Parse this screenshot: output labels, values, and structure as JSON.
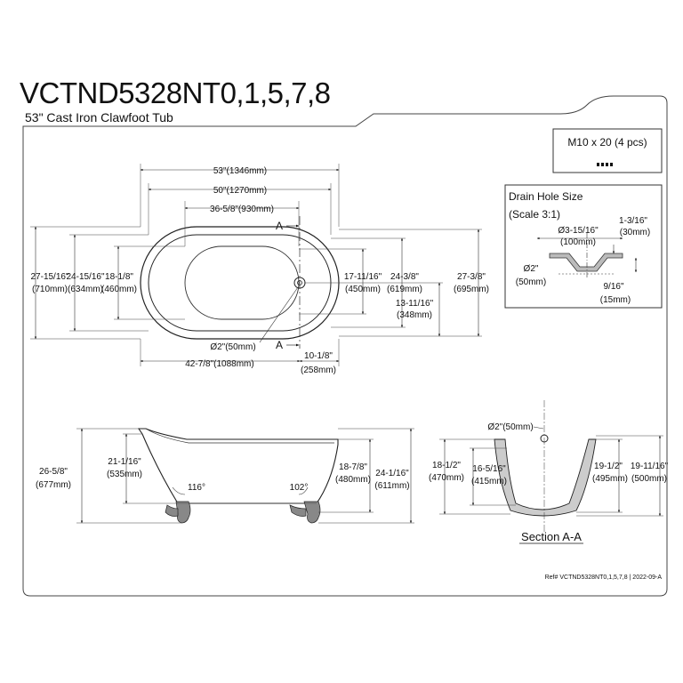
{
  "header": {
    "model": "VCTND5328NT0,1,5,7,8",
    "subtitle": "53\" Cast Iron Clawfoot Tub"
  },
  "footer": {
    "ref": "Ref# VCTND5328NT0,1,5,7,8 | 2022-09-A"
  },
  "bolt_box": {
    "label": "M10 x 20 (4 pcs)"
  },
  "drain_box": {
    "title": "Drain Hole Size",
    "scale": "(Scale 3:1)",
    "dims": {
      "outer_in": "Ø3-15/16\"",
      "outer_mm": "(100mm)",
      "height_in": "1-3/16\"",
      "height_mm": "(30mm)",
      "inner_in": "Ø2\"",
      "inner_mm": "(50mm)",
      "lip_in": "9/16\"",
      "lip_mm": "(15mm)"
    }
  },
  "top_view": {
    "section_mark": "A",
    "overall_len_in": "53\"(1346mm)",
    "inner_len_in": "50\"(1270mm)",
    "bottom_len_in": "36-5/8\"(930mm)",
    "drain_pos_in": "42-7/8\"(1088mm)",
    "drain_dia": "Ø2\"(50mm)",
    "drain_off_in": "10-1/8\"",
    "drain_off_mm": "(258mm)",
    "w_outer_in": "27-15/16\"",
    "w_outer_mm": "(710mm)",
    "w_rim_in": "24-15/16\"",
    "w_rim_mm": "(634mm)",
    "w_bottom_in": "18-1/8\"",
    "w_bottom_mm": "(460mm)",
    "w_inner_r_in": "17-11/16\"",
    "w_inner_r_mm": "(450mm)",
    "w_rim_r_in": "24-3/8\"",
    "w_rim_r_mm": "(619mm)",
    "w_outer_r_in": "27-3/8\"",
    "w_outer_r_mm": "(695mm)",
    "w_half_in": "13-11/16\"",
    "w_half_mm": "(348mm)"
  },
  "side_view": {
    "h_overall_in": "26-5/8\"",
    "h_overall_mm": "(677mm)",
    "h_depth_in": "21-1/16\"",
    "h_depth_mm": "(535mm)",
    "angle_left": "116°",
    "angle_right": "102°",
    "h_low_in": "18-7/8\"",
    "h_low_mm": "(480mm)",
    "h_high_in": "24-1/16\"",
    "h_high_mm": "(611mm)"
  },
  "section_view": {
    "drain_dia": "Ø2\"(50mm)",
    "h1_in": "18-1/2\"",
    "h1_mm": "(470mm)",
    "h2_in": "16-5/16\"",
    "h2_mm": "(415mm)",
    "h3_in": "19-1/2\"",
    "h3_mm": "(495mm)",
    "h4_in": "19-11/16\"",
    "h4_mm": "(500mm)",
    "label": "Section A-A"
  }
}
